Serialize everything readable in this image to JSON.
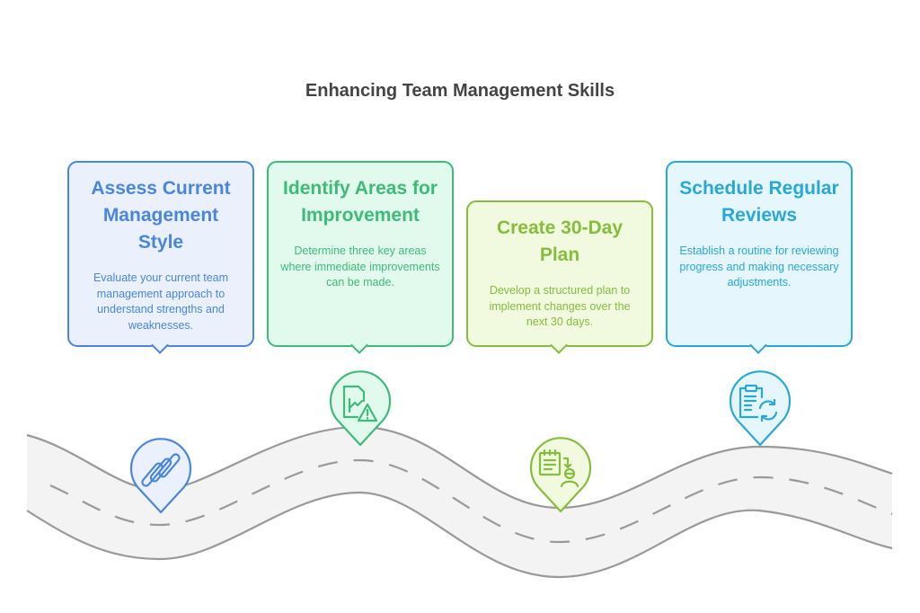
{
  "title": "Enhancing Team Management Skills",
  "steps": [
    {
      "title": "Assess Current Management Style",
      "description": "Evaluate your current team management approach to understand strengths and weaknesses.",
      "icon": "sliders-icon",
      "color": "#4a86e0",
      "fill": "#eaf1fd"
    },
    {
      "title": "Identify Areas for Improvement",
      "description": "Determine three key areas where immediate improvements can be made.",
      "icon": "chart-warning-icon",
      "color": "#3dbb78",
      "fill": "#e2faee"
    },
    {
      "title": "Create 30-Day Plan",
      "description": "Develop a structured plan to implement changes over the next 30 days.",
      "icon": "notepad-person-icon",
      "color": "#85bd3c",
      "fill": "#f1fadf"
    },
    {
      "title": "Schedule Regular Reviews",
      "description": "Establish a routine for reviewing progress and making necessary adjustments.",
      "icon": "clipboard-refresh-icon",
      "color": "#28a8d8",
      "fill": "#e5f6fd"
    }
  ],
  "road_color": "#f3f3f3",
  "road_edge_color": "#999999"
}
